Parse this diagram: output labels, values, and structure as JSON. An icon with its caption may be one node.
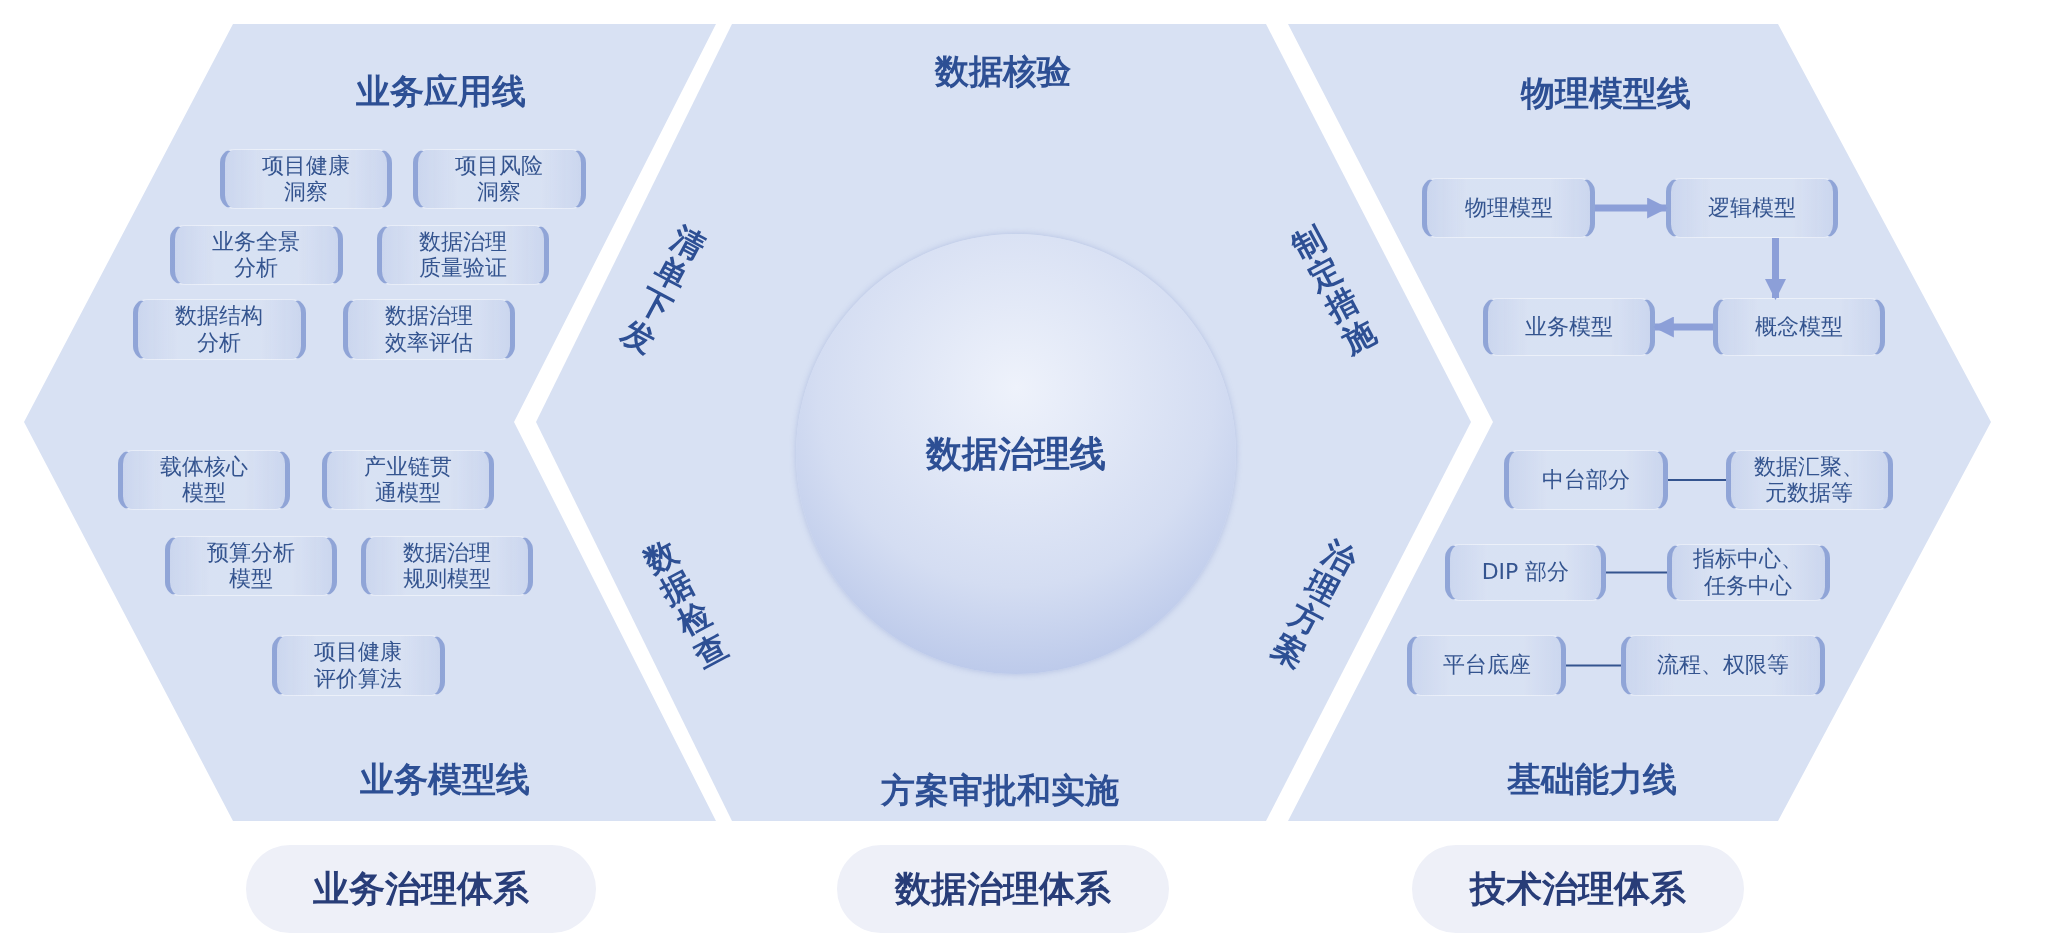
{
  "diagram": {
    "nodes": [
      {
        "text": [
          "业务应用线",
          "业务模型线"
        ]
      },
      {
        "text": [
          "项目健康洞察"
        ],
        "in": 0
      },
      {
        "text": [
          "项目风险洞察"
        ],
        "in": 0
      },
      {
        "text": [
          "业务全景分析"
        ],
        "in": 0
      },
      {
        "text": [
          "数据治理质量验证"
        ],
        "in": 0
      },
      {
        "text": [
          "数据结构分析"
        ],
        "in": 0
      },
      {
        "text": [
          "数据治理效率评估"
        ],
        "in": 0
      },
      {
        "text": [
          "载体核心模型"
        ],
        "in": 0
      },
      {
        "text": [
          "产业链贯通模型"
        ],
        "in": 0
      },
      {
        "text": [
          "预算分析模型"
        ],
        "in": 0
      },
      {
        "text": [
          "数据治理规则模型"
        ],
        "in": 0
      },
      {
        "text": [
          "项目健康评价算法"
        ],
        "in": 0
      },
      {
        "text": [
          "数据核验",
          "清单下发",
          "制定措施",
          "数据检查",
          "治理方案",
          "方案审批和实施"
        ]
      },
      {
        "text": [
          "数据治理线"
        ],
        "in": 12
      },
      {
        "text": [
          "物理模型线",
          "基础能力线"
        ]
      },
      {
        "text": [
          "物理模型"
        ],
        "in": 14
      },
      {
        "text": [
          "逻辑模型"
        ],
        "in": 14
      },
      {
        "text": [
          "业务模型"
        ],
        "in": 14
      },
      {
        "text": [
          "概念模型"
        ],
        "in": 14
      },
      {
        "text": [
          "中台部分"
        ],
        "in": 14
      },
      {
        "text": [
          "数据汇聚、元数据等"
        ],
        "in": 14
      },
      {
        "text": [
          "DIP 部分"
        ],
        "in": 14
      },
      {
        "text": [
          "指标中心、任务中心"
        ],
        "in": 14
      },
      {
        "text": [
          "平台底座"
        ],
        "in": 14
      },
      {
        "text": [
          "流程、权限等"
        ],
        "in": 14
      },
      {
        "text": [
          "业务治理体系"
        ]
      },
      {
        "text": [
          "数据治理体系"
        ]
      },
      {
        "text": [
          "技术治理体系"
        ]
      }
    ],
    "edges": [
      {
        "from": 15,
        "to": 16,
        "arrow": "to",
        "style": "thick",
        "color": "#8c9fd8"
      },
      {
        "from": 16,
        "to": 18,
        "arrow": "to",
        "style": "thick",
        "color": "#8c9fd8"
      },
      {
        "from": 18,
        "to": 17,
        "arrow": "to",
        "style": "thick",
        "color": "#8c9fd8"
      },
      {
        "from": 19,
        "to": 20,
        "arrow": "none"
      },
      {
        "from": 21,
        "to": 22,
        "arrow": "none"
      },
      {
        "from": 23,
        "to": 24,
        "arrow": "none"
      }
    ]
  }
}
